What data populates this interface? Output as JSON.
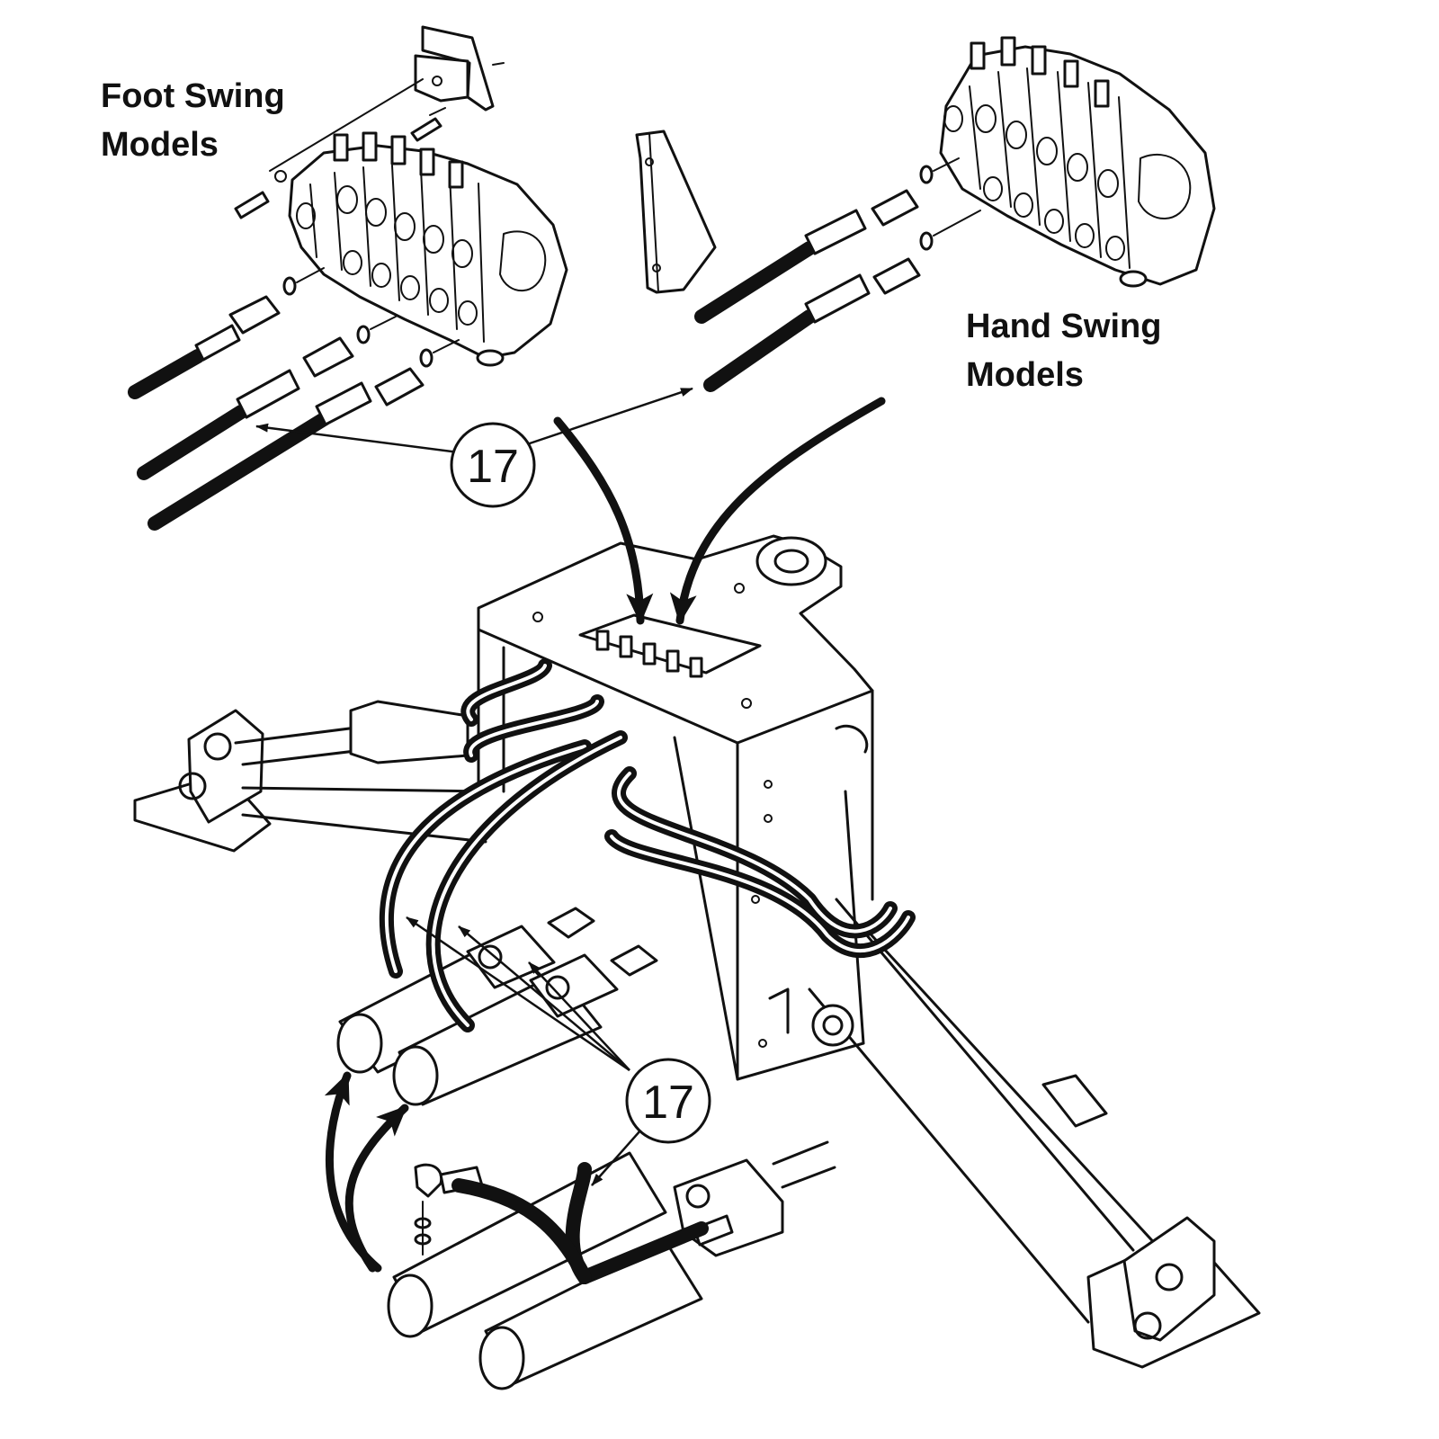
{
  "labels": {
    "foot_swing": [
      "Foot Swing",
      "Models"
    ],
    "hand_swing": [
      "Hand Swing",
      "Models"
    ]
  },
  "callouts": [
    "17",
    "17"
  ],
  "icons": [
    "control-valve-icon",
    "hose-icon",
    "swing-cylinder-icon",
    "mounting-bracket-icon"
  ]
}
